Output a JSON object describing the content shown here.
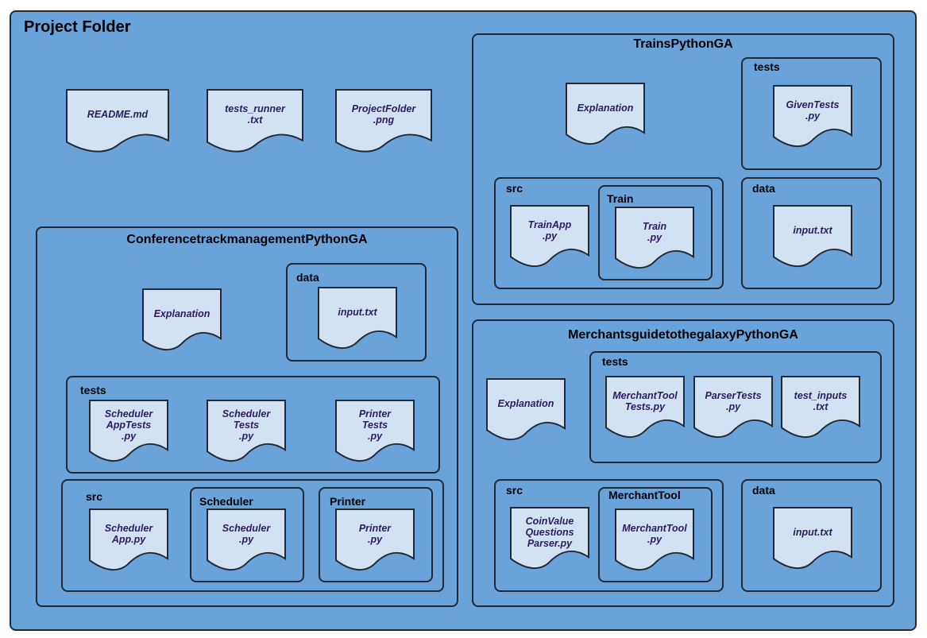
{
  "project": {
    "title": "Project Folder",
    "files": {
      "readme": [
        "README.md"
      ],
      "tests_runner": [
        "tests_runner",
        ".txt"
      ],
      "project_png": [
        "ProjectFolder",
        ".png"
      ]
    }
  },
  "trains": {
    "title": "TrainsPythonGA",
    "explanation": [
      "Explanation"
    ],
    "tests": {
      "title": "tests",
      "given": [
        "GivenTests",
        ".py"
      ]
    },
    "src": {
      "title": "src",
      "train_app": [
        "TrainApp",
        ".py"
      ],
      "train_folder": {
        "title": "Train",
        "train": [
          "Train",
          ".py"
        ]
      }
    },
    "data": {
      "title": "data",
      "input": [
        "input.txt"
      ]
    }
  },
  "conference": {
    "title": "ConferencetrackmanagementPythonGA",
    "explanation": [
      "Explanation"
    ],
    "data": {
      "title": "data",
      "input": [
        "input.txt"
      ]
    },
    "tests": {
      "title": "tests",
      "scheduler_app_tests": [
        "Scheduler",
        "AppTests",
        ".py"
      ],
      "scheduler_tests": [
        "Scheduler",
        "Tests",
        ".py"
      ],
      "printer_tests": [
        "Printer",
        "Tests",
        ".py"
      ]
    },
    "src": {
      "title": "src",
      "scheduler_app": [
        "Scheduler",
        "App.py"
      ],
      "scheduler_folder": {
        "title": "Scheduler",
        "scheduler": [
          "Scheduler",
          ".py"
        ]
      },
      "printer_folder": {
        "title": "Printer",
        "printer": [
          "Printer",
          ".py"
        ]
      }
    }
  },
  "merchants": {
    "title": "MerchantsguidetothegalaxyPythonGA",
    "explanation": [
      "Explanation"
    ],
    "tests": {
      "title": "tests",
      "merchant_tool_tests": [
        "MerchantTool",
        "Tests.py"
      ],
      "parser_tests": [
        "ParserTests",
        ".py"
      ],
      "test_inputs": [
        "test_inputs",
        ".txt"
      ]
    },
    "src": {
      "title": "src",
      "coin_value": [
        "CoinValue",
        "Questions",
        "Parser.py"
      ],
      "merchant_tool_folder": {
        "title": "MerchantTool",
        "merchant_tool": [
          "MerchantTool",
          ".py"
        ]
      }
    },
    "data": {
      "title": "data",
      "input": [
        "input.txt"
      ]
    }
  },
  "colors": {
    "container": "#6aa2da",
    "document": "#d3e2f2",
    "border": "#1f2a36",
    "file_text": "#2c1a63"
  }
}
